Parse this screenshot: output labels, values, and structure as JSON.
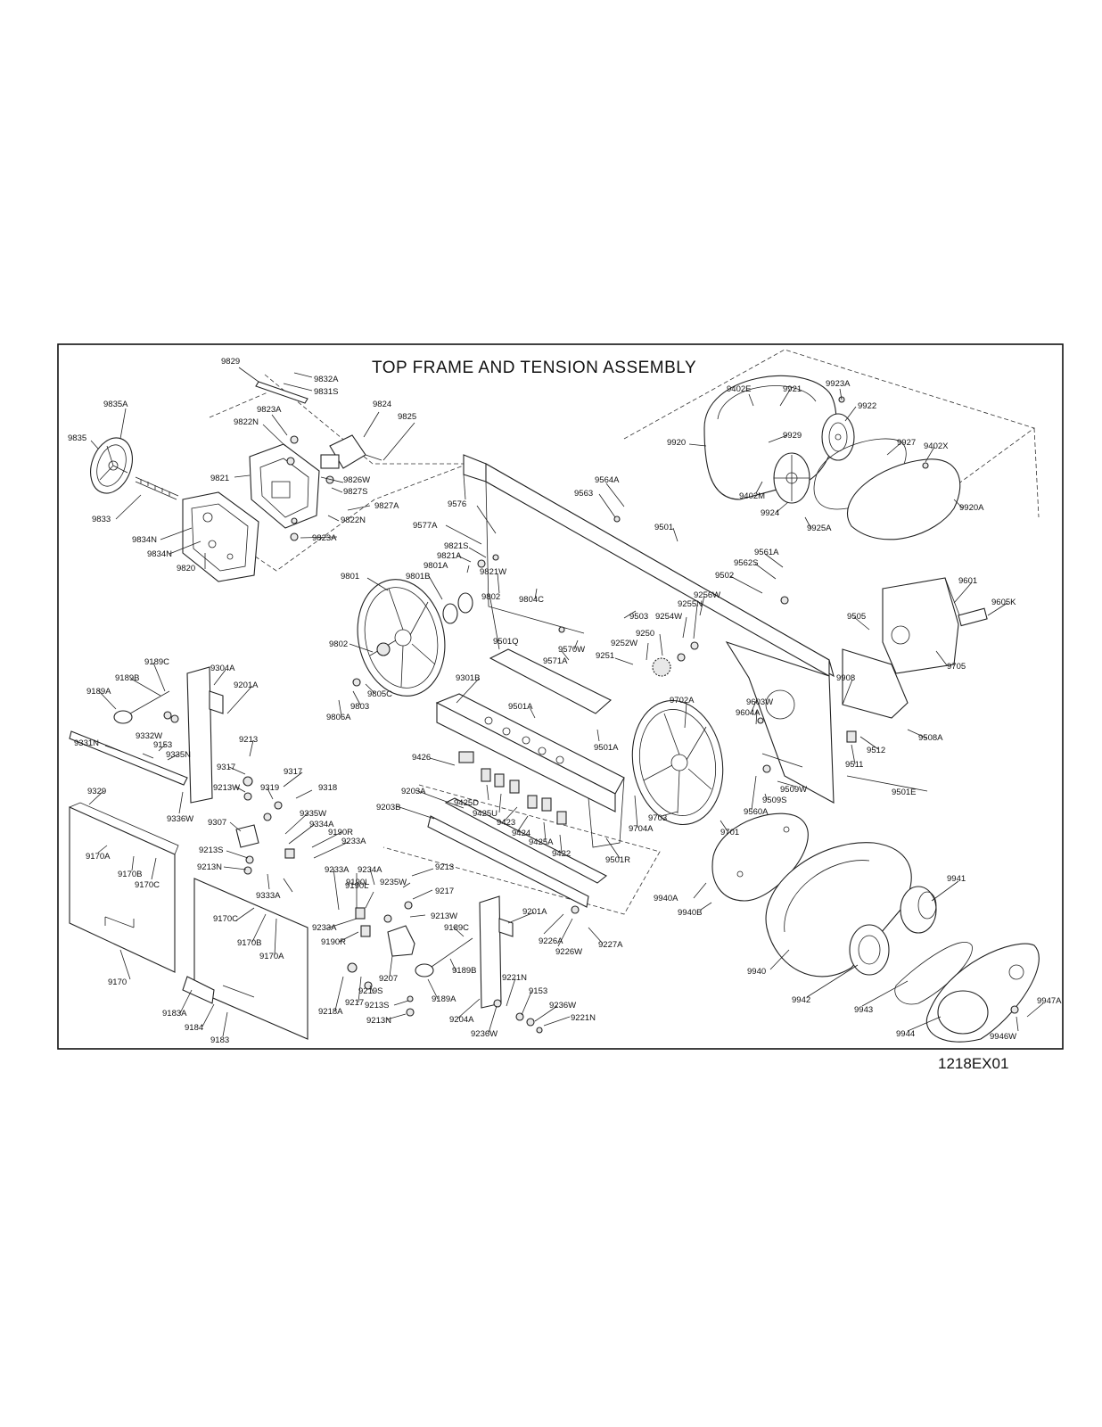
{
  "title": "TOP FRAME AND TENSION ASSEMBLY",
  "drawing_code": "1218EX01",
  "callouts": [
    "9829",
    "9832A",
    "9831S",
    "9835A",
    "9823A",
    "9822N",
    "9824",
    "9825",
    "9835",
    "9821",
    "9826W",
    "9827S",
    "9827A",
    "9822N",
    "9833",
    "9823A",
    "9834N",
    "9834N",
    "9820",
    "9921",
    "9923A",
    "9402E",
    "9922",
    "9920",
    "9929",
    "9927",
    "9402X",
    "9402M",
    "9924",
    "9925A",
    "9920A",
    "9564A",
    "9563",
    "9576",
    "9501",
    "9577A",
    "9821S",
    "9821A",
    "9801A",
    "9821W",
    "9801",
    "9801B",
    "9804C",
    "9802",
    "9561A",
    "9562S",
    "9502",
    "9256W",
    "9255N",
    "9254W",
    "9503",
    "9570W",
    "9571A",
    "9601",
    "9605K",
    "9505",
    "9705",
    "9250",
    "9252W",
    "9251",
    "9802",
    "9805C",
    "9803",
    "9806A",
    "9501Q",
    "9301B",
    "9501A",
    "9501A",
    "9908",
    "9603W",
    "9604A",
    "9702A",
    "9512",
    "9508A",
    "9511",
    "9509W",
    "9509S",
    "9560A",
    "9501E",
    "9703",
    "9704A",
    "9701",
    "9189C",
    "9189B",
    "9189A",
    "9304A",
    "9201A",
    "9331N",
    "9332W",
    "9153",
    "9335N",
    "9213",
    "9317",
    "9317",
    "9213W",
    "9319",
    "9318",
    "9329",
    "9336W",
    "9426",
    "9425D",
    "9425U",
    "9423",
    "9424",
    "9425A",
    "9422",
    "9203A",
    "9203B",
    "9501R",
    "9307",
    "9335W",
    "9334A",
    "9190R",
    "9233A",
    "9213S",
    "9213N",
    "9170A",
    "9170B",
    "9170C",
    "9190L",
    "9333A",
    "9233A",
    "9234A",
    "9213",
    "9235W",
    "9217",
    "9213W",
    "9189C",
    "9201A",
    "9226A",
    "9226W",
    "9227A",
    "9940A",
    "9940B",
    "9941",
    "9940",
    "9942",
    "9943",
    "9944",
    "9946W",
    "9947A",
    "9170C",
    "9170B",
    "9170A",
    "9233A",
    "9190R",
    "9190L",
    "9189B",
    "9189A",
    "9207",
    "9219S",
    "9217",
    "9213S",
    "9218A",
    "9213N",
    "9204A",
    "9221N",
    "9153",
    "9236W",
    "9236W",
    "9221N",
    "9170",
    "9183A",
    "9184",
    "9183"
  ]
}
